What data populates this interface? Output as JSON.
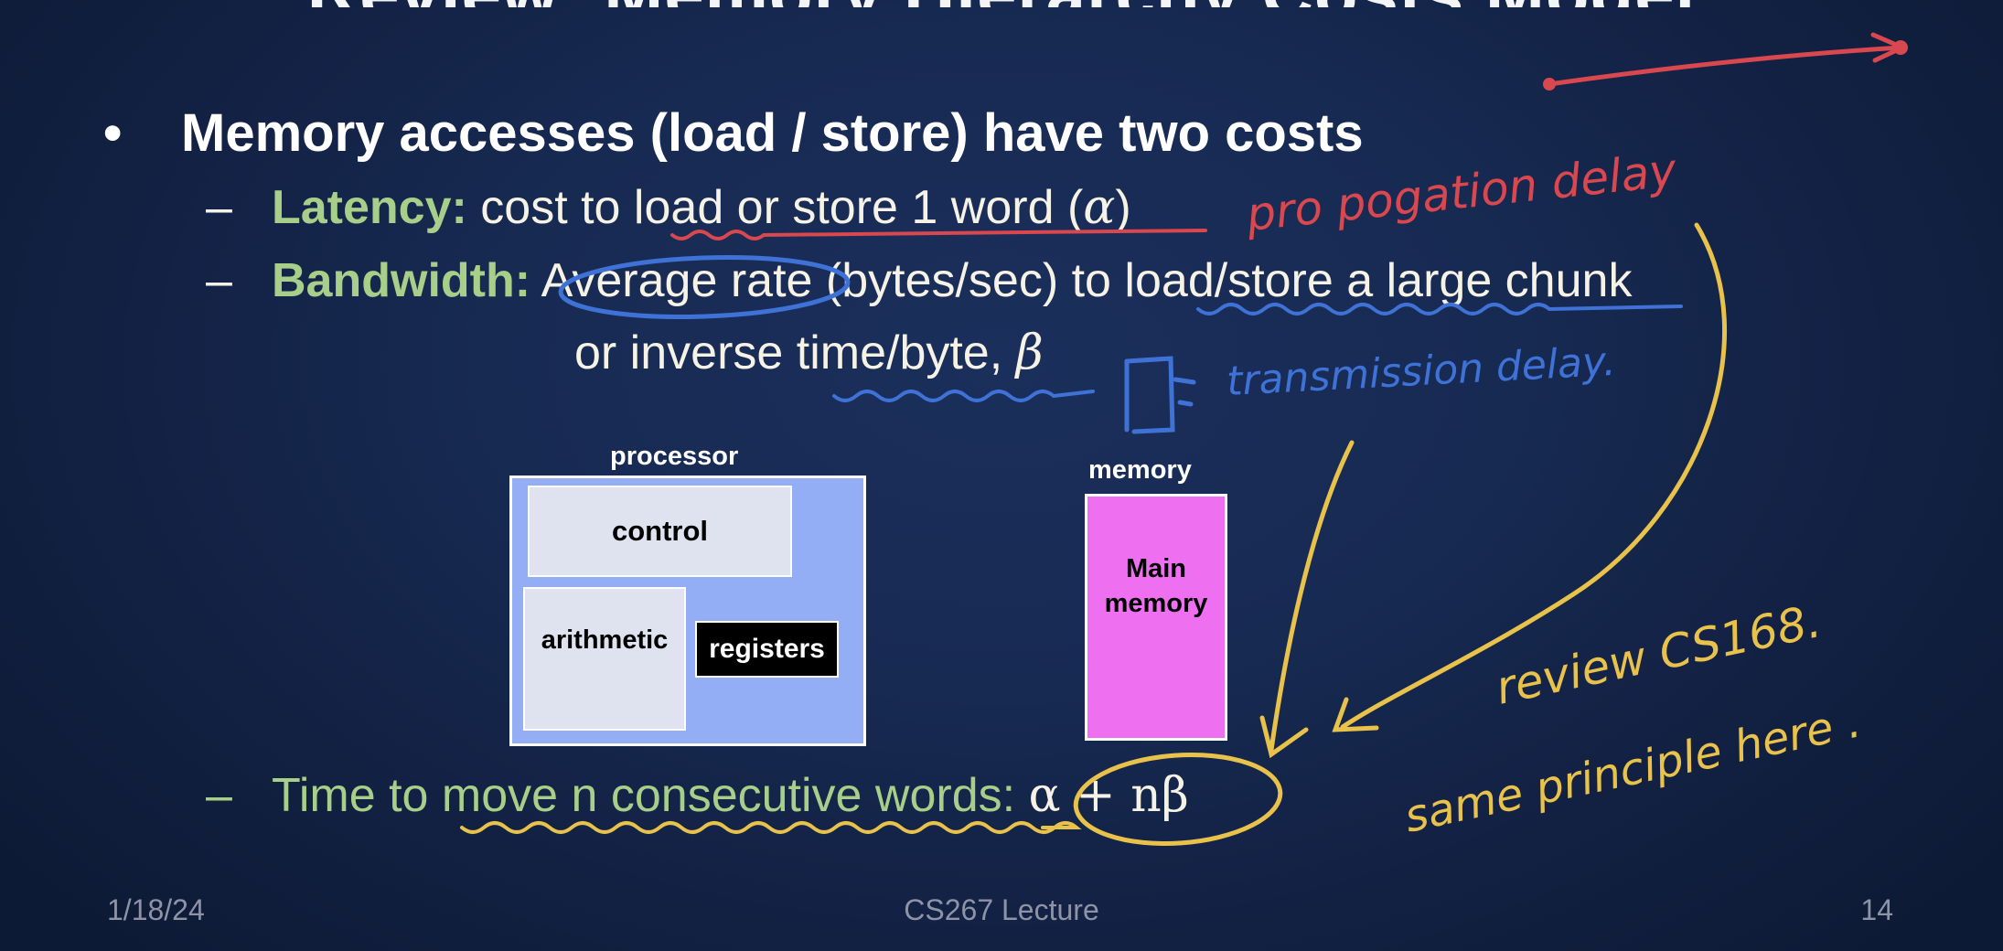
{
  "slide": {
    "title_fragment": "Review: Memory Hierarchy Costs Model",
    "bullet_main": "Memory accesses (load / store) have two costs",
    "sub1": {
      "dash": "–",
      "keyword": "Latency:",
      "text": " cost to load or store 1 word (",
      "math": "α",
      "close": ")"
    },
    "sub2": {
      "dash": "–",
      "keyword": "Bandwidth:",
      "text": " Average rate (bytes/sec) to load/store a large chunk"
    },
    "sub2b": {
      "text": "or inverse time/byte, ",
      "math": "β"
    },
    "sub3": {
      "dash": "–",
      "text": "Time to move n consecutive words: ",
      "math": "α + nβ"
    }
  },
  "diagram": {
    "processor_label": "processor",
    "control_label": "control",
    "arithmetic_label": "arithmetic",
    "registers_label": "registers",
    "memory_label": "memory",
    "main_memory_line1": "Main",
    "main_memory_line2": "memory",
    "colors": {
      "processor": "#93aef4",
      "inner": "#dfe3f0",
      "registers": "#000000",
      "memory": "#ee70f1"
    }
  },
  "annotations": {
    "propagation": "pro pogation delay",
    "transmission": "transmission delay.",
    "review": "review CS168.",
    "same_principle": "same principle here .",
    "colors": {
      "red": "#d9474f",
      "blue": "#3f72d6",
      "yellow": "#e8c24a"
    }
  },
  "footer": {
    "date": "1/18/24",
    "course": "CS267 Lecture",
    "page": "14"
  }
}
